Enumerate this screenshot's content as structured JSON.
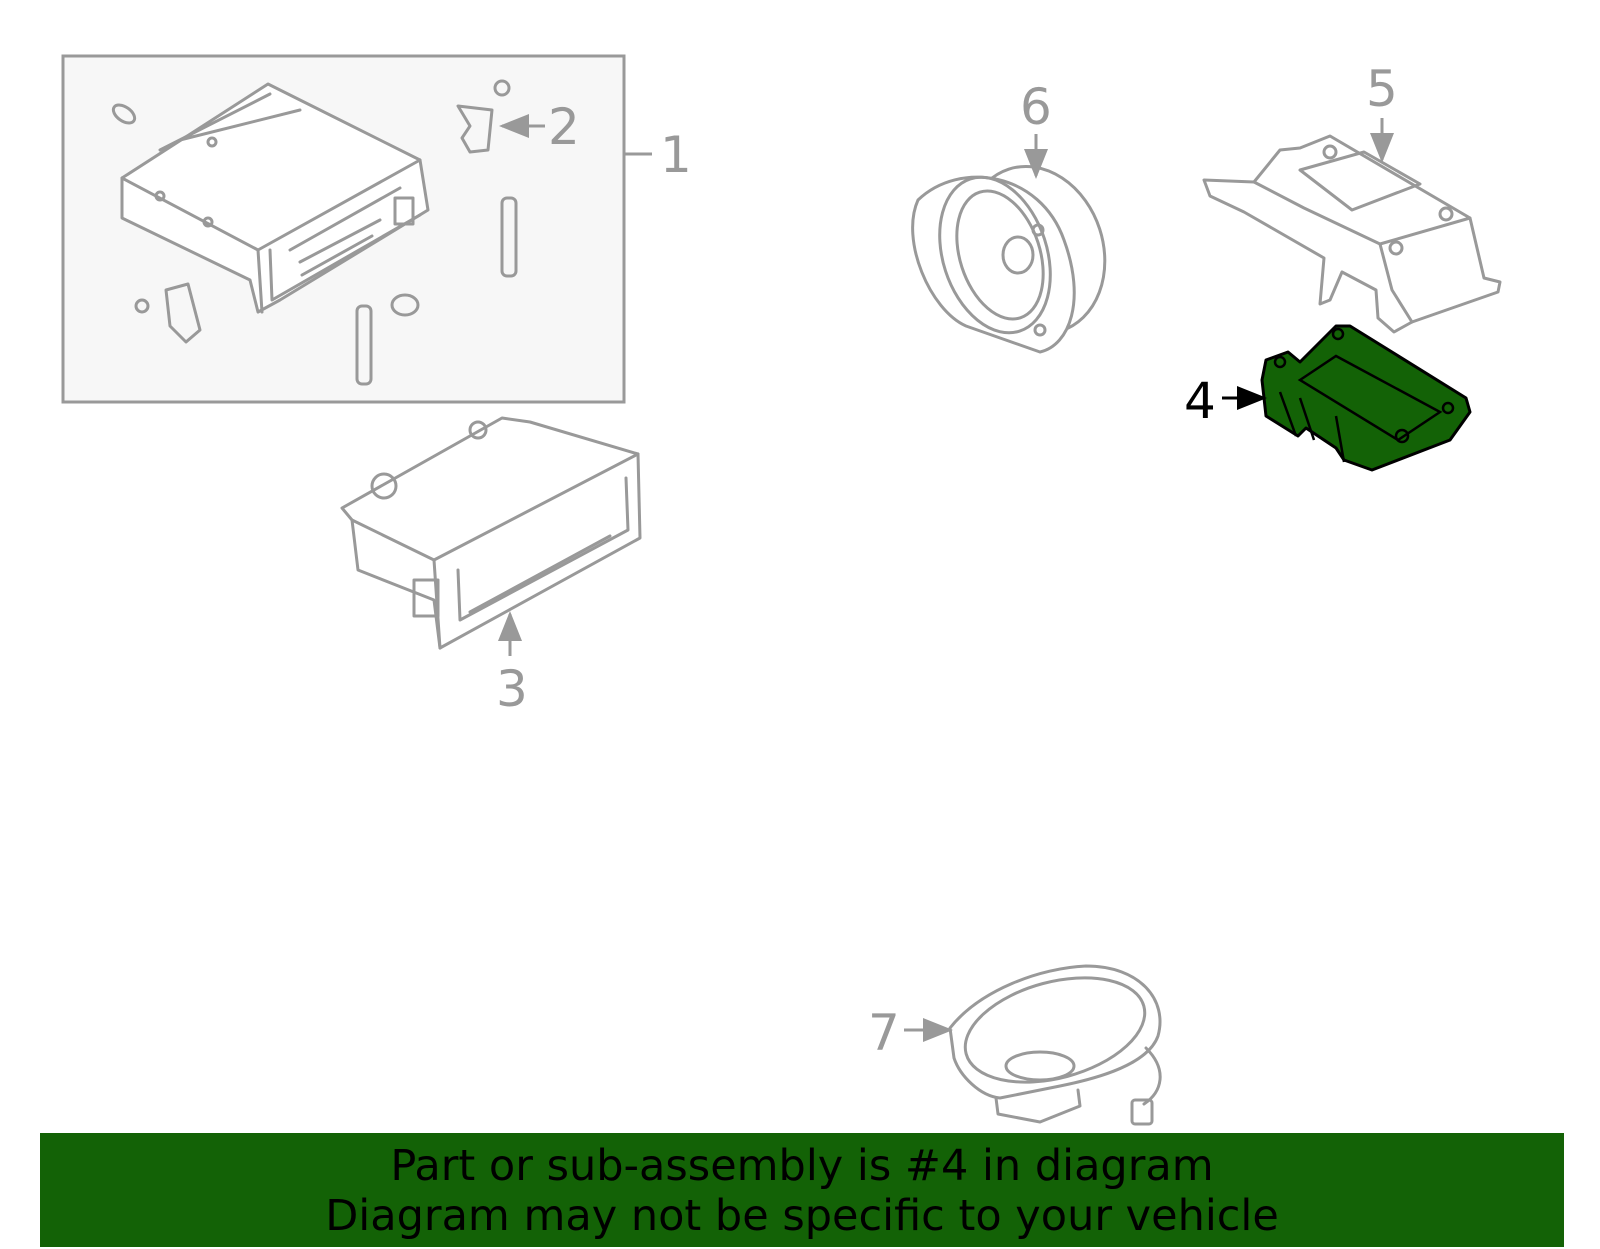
{
  "colors": {
    "highlight": "#136206",
    "line": "#999999",
    "highlight_label": "#000000"
  },
  "callouts": [
    "1",
    "2",
    "3",
    "4",
    "5",
    "6",
    "7"
  ],
  "highlighted_callout": "4",
  "banner": {
    "line1": "Part or sub-assembly is #4 in diagram",
    "line2": "Diagram may not be specific to your vehicle"
  }
}
